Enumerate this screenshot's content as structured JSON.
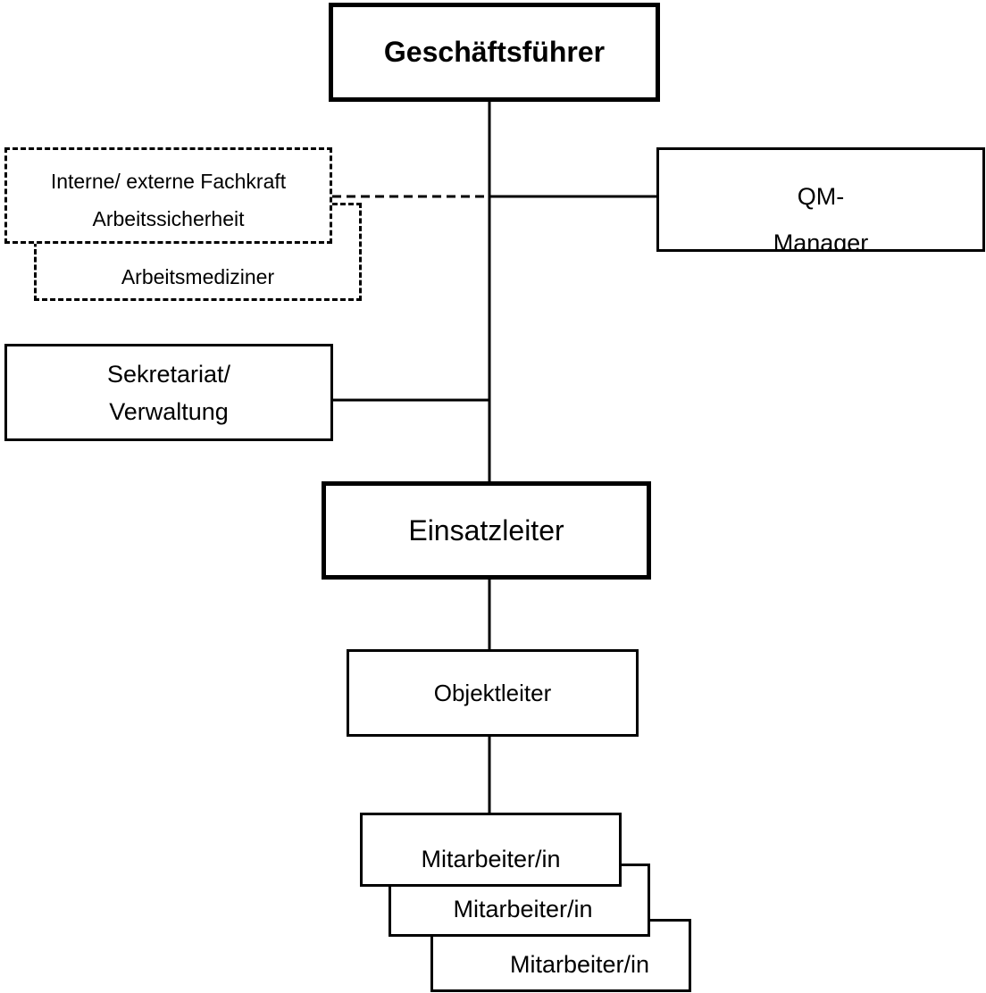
{
  "orgchart": {
    "managing_director": "Geschäftsführer",
    "safety_specialist": [
      "Interne/ externe Fachkraft",
      "Arbeitssicherheit"
    ],
    "occupational_physician": "Arbeitsmediziner",
    "qm_manager": [
      "QM-",
      "Manager"
    ],
    "secretariat": [
      "Sekretariat/",
      "Verwaltung"
    ],
    "operations_manager": "Einsatzleiter",
    "site_manager": "Objektleiter",
    "employees": [
      "Mitarbeiter/in",
      "Mitarbeiter/in",
      "Mitarbeiter/in"
    ]
  },
  "colors": {
    "line": "#000000",
    "background": "#ffffff"
  }
}
